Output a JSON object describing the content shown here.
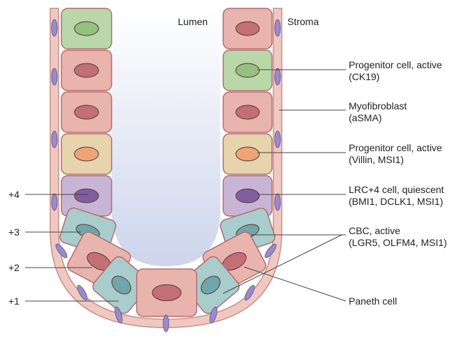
{
  "header": {
    "lumen": "Lumen",
    "stroma": "Stroma"
  },
  "positions": [
    "+4",
    "+3",
    "+2",
    "+1"
  ],
  "labels": [
    {
      "line1": "Progenitor cell, active",
      "line2": "(CK19)"
    },
    {
      "line1": "Myofibroblast",
      "line2": "(aSMA)"
    },
    {
      "line1": "Progenitor cell, active",
      "line2": "(Villin, MSI1)"
    },
    {
      "line1": "LRC+4 cell, quiescent",
      "line2": "(BMI1, DCLK1, MSI1)"
    },
    {
      "line1": "CBC, active",
      "line2": "(LGR5, OLFM4, MSI1)"
    },
    {
      "line1": "Paneth cell",
      "line2": ""
    }
  ],
  "colors": {
    "pink": "#e8b4ad",
    "green": "#b9d7a9",
    "tan": "#e7d4ac",
    "purple": "#c8b5d6",
    "teal": "#a9cccd",
    "lumen": "#d7dcee",
    "stroma": "#efc9c1",
    "stroke": "#b36b6b"
  }
}
